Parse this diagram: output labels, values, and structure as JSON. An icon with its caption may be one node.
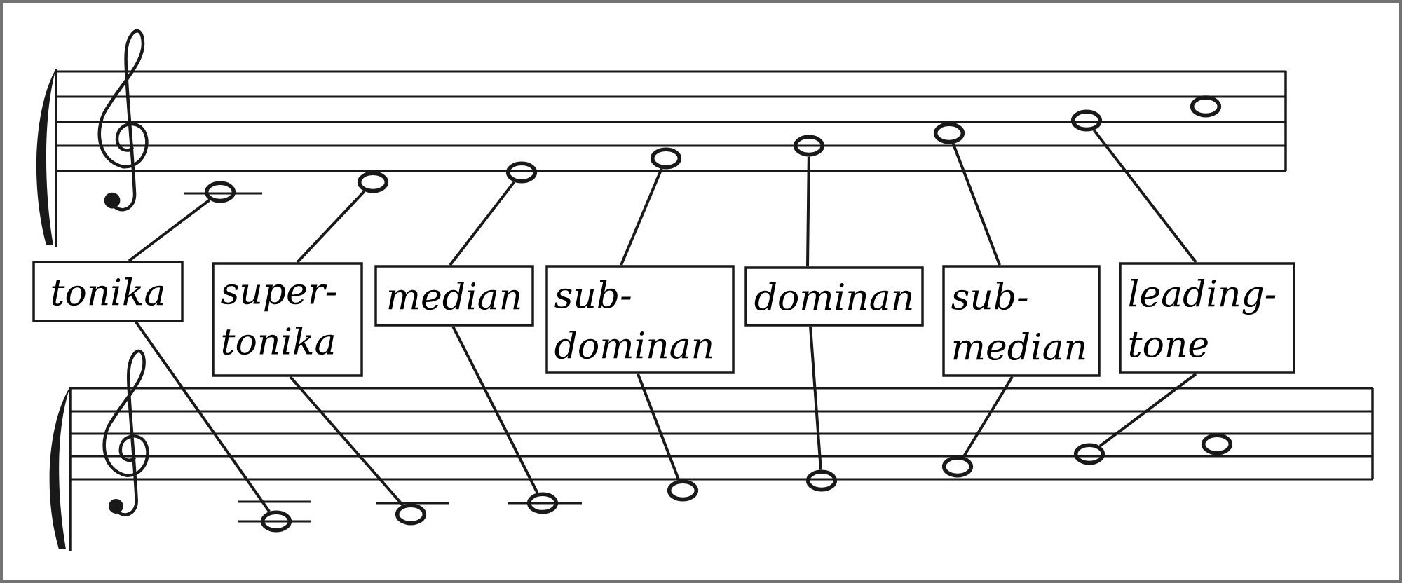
{
  "diagram": {
    "nodes": [
      {
        "text": [],
        "shape": "ellipse"
      },
      {
        "text": [],
        "shape": "ellipse"
      },
      {
        "text": [],
        "shape": "ellipse"
      },
      {
        "text": [],
        "shape": "ellipse"
      },
      {
        "text": [],
        "shape": "ellipse"
      },
      {
        "text": [],
        "shape": "ellipse"
      },
      {
        "text": [],
        "shape": "ellipse"
      },
      {
        "text": [],
        "shape": "ellipse"
      },
      {
        "text": [
          "tonika"
        ]
      },
      {
        "text": [
          "super-tonika"
        ]
      },
      {
        "text": [
          "median"
        ]
      },
      {
        "text": [
          "sub-dominan"
        ]
      },
      {
        "text": [
          "dominan"
        ]
      },
      {
        "text": [
          "sub-median"
        ]
      },
      {
        "text": [
          "leading-tone"
        ]
      },
      {
        "text": [],
        "shape": "ellipse"
      },
      {
        "text": [],
        "shape": "ellipse"
      },
      {
        "text": [],
        "shape": "ellipse"
      },
      {
        "text": [],
        "shape": "ellipse"
      },
      {
        "text": [],
        "shape": "ellipse"
      },
      {
        "text": [],
        "shape": "ellipse"
      },
      {
        "text": [],
        "shape": "ellipse"
      },
      {
        "text": [],
        "shape": "ellipse"
      }
    ],
    "edges": [
      {
        "from": 8,
        "to": 0,
        "arrow": "none"
      },
      {
        "from": 8,
        "to": 15,
        "arrow": "none"
      },
      {
        "from": 9,
        "to": 1,
        "arrow": "none"
      },
      {
        "from": 9,
        "to": 16,
        "arrow": "none"
      },
      {
        "from": 10,
        "to": 2,
        "arrow": "none"
      },
      {
        "from": 10,
        "to": 17,
        "arrow": "none"
      },
      {
        "from": 11,
        "to": 3,
        "arrow": "none"
      },
      {
        "from": 11,
        "to": 18,
        "arrow": "none"
      },
      {
        "from": 12,
        "to": 4,
        "arrow": "none"
      },
      {
        "from": 12,
        "to": 19,
        "arrow": "none"
      },
      {
        "from": 13,
        "to": 5,
        "arrow": "none"
      },
      {
        "from": 13,
        "to": 20,
        "arrow": "none"
      },
      {
        "from": 14,
        "to": 6,
        "arrow": "none"
      },
      {
        "from": 14,
        "to": 21,
        "arrow": "none"
      }
    ]
  }
}
